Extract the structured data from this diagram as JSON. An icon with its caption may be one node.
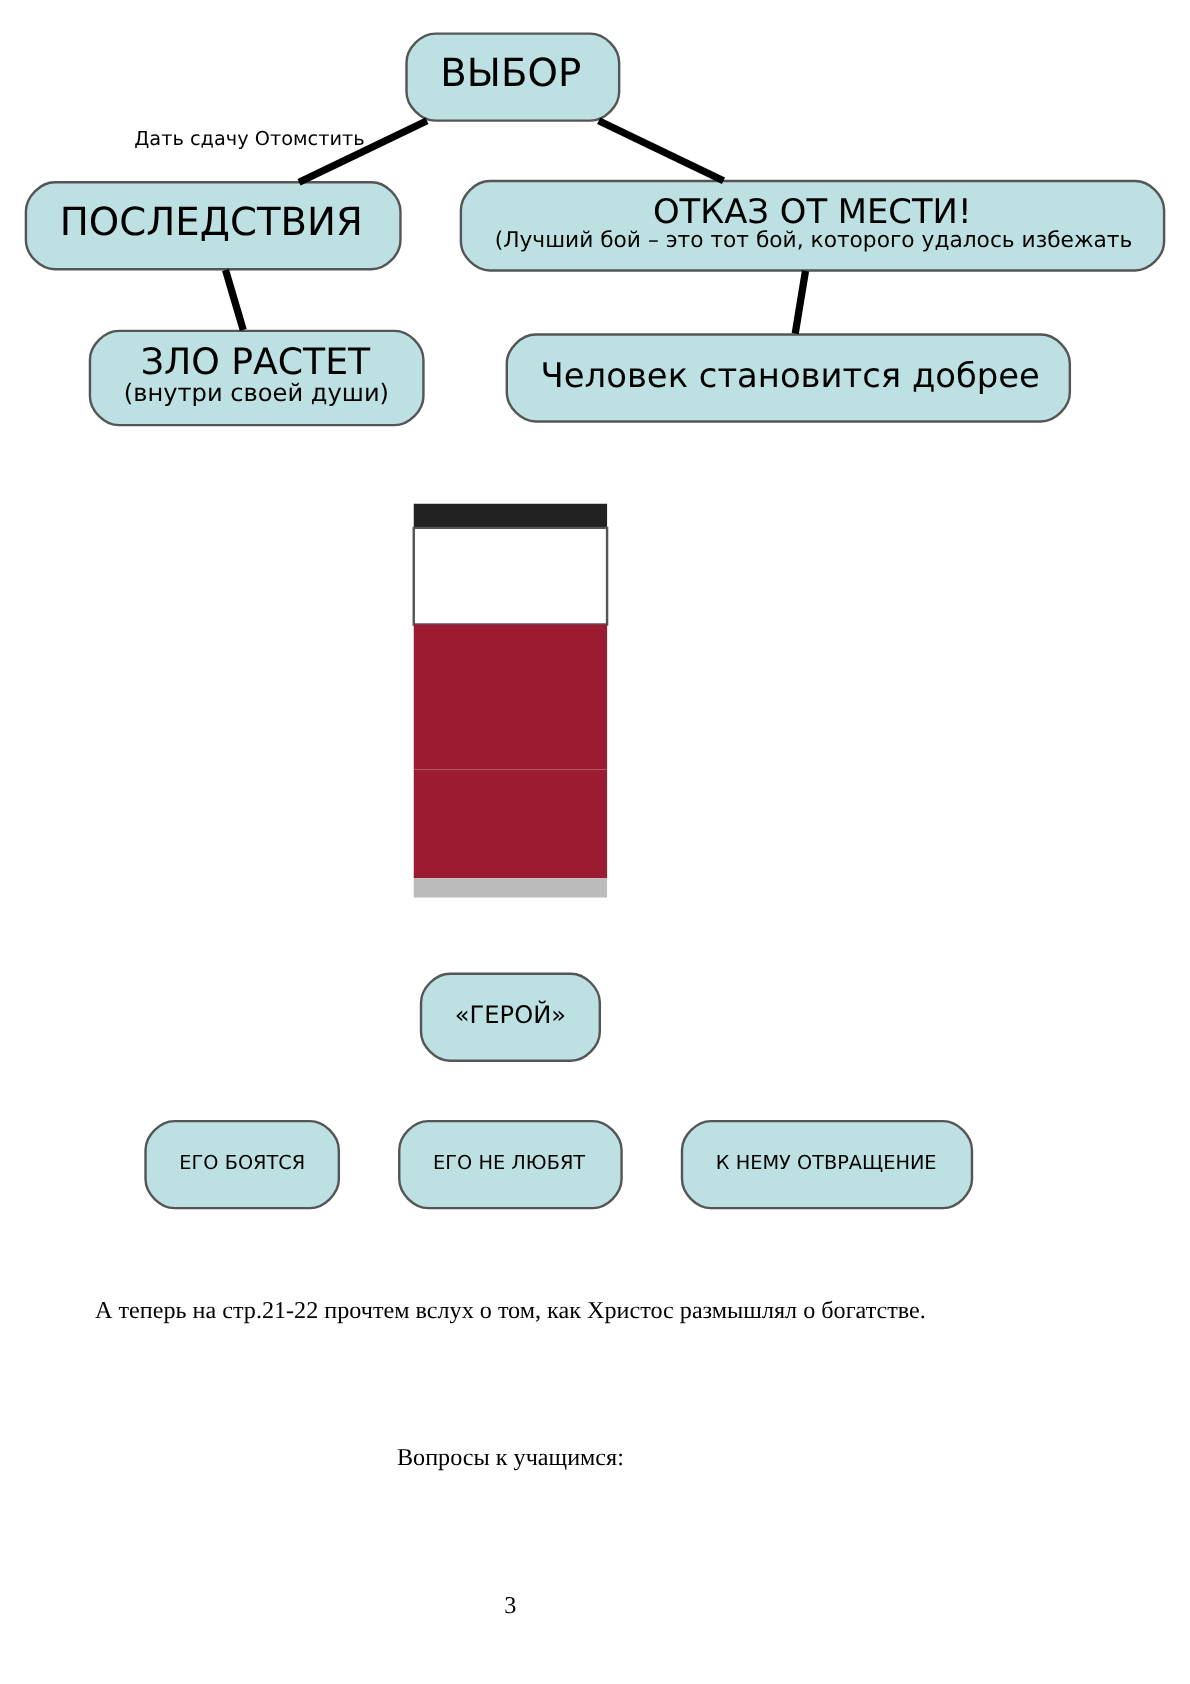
{
  "diagram": {
    "nodes": [
      {
        "text": [
          "ВЫБОР"
        ]
      },
      {
        "text": [
          "ПОСЛЕДСТВИЯ"
        ]
      },
      {
        "text": [
          "ОТКАЗ ОТ МЕСТИ!",
          "(Лучший бой – это тот бой, которого удалось избежать"
        ]
      },
      {
        "text": [
          "ЗЛО РАСТЕТ",
          "(внутри своей души)"
        ]
      },
      {
        "text": [
          "Человек становится добрее"
        ]
      },
      {
        "text": [],
        "shape": "person"
      },
      {
        "text": [
          "«ГЕРОЙ»"
        ]
      },
      {
        "text": [
          "ЕГО БОЯТСЯ"
        ]
      },
      {
        "text": [
          "ЕГО НЕ ЛЮБЯТ"
        ]
      },
      {
        "text": [
          "К НЕМУ ОТВРАЩЕНИЕ"
        ]
      }
    ],
    "edges": [
      {
        "from": 0,
        "to": 1,
        "arrow": "none",
        "label": "Дать сдачу Отомстить"
      },
      {
        "from": 0,
        "to": 2,
        "arrow": "none"
      },
      {
        "from": 1,
        "to": 3,
        "arrow": "none"
      },
      {
        "from": 2,
        "to": 4,
        "arrow": "none"
      }
    ],
    "labels": [
      "А теперь на стр.21-22 прочтем вслух о том, как Христос размышлял о богатстве.",
      "Вопросы к учащимся:",
      "3"
    ]
  }
}
